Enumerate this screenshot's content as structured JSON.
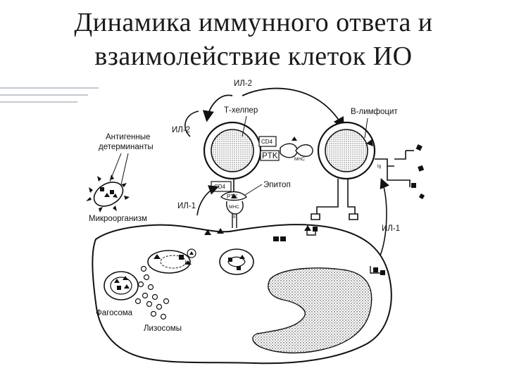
{
  "title": {
    "line1": "Динамика иммунного ответа и",
    "line2": "взаимолействие клеток ИО"
  },
  "diagram": {
    "labels": {
      "il2_top": "ИЛ-2",
      "t_helper": "Т-хелпер",
      "b_lymphocyte": "В-лимфоцит",
      "il2_left": "ИЛ-2",
      "antigenic_determinants_1": "Антигенные",
      "antigenic_determinants_2": "детерминанты",
      "cd4_right": "CD4",
      "ptk_right": "PTK",
      "mhc_right": "MHC",
      "ig": "lg",
      "cd4_left": "CD4",
      "epitope": "Эпитоп",
      "il1_left": "ИЛ-1",
      "ptk_bottom": "PTK",
      "mhc_bottom": "MHC",
      "mhc_bottom_class": "II",
      "microorganism": "Микроорганизм",
      "il1_right": "ИЛ-1",
      "phagosome": "Фагосома",
      "lysosomes": "Лизосомы"
    }
  },
  "colors": {
    "ink": "#111111",
    "title": "#1a1a1a",
    "accent_lines": "#c3c8d4"
  }
}
